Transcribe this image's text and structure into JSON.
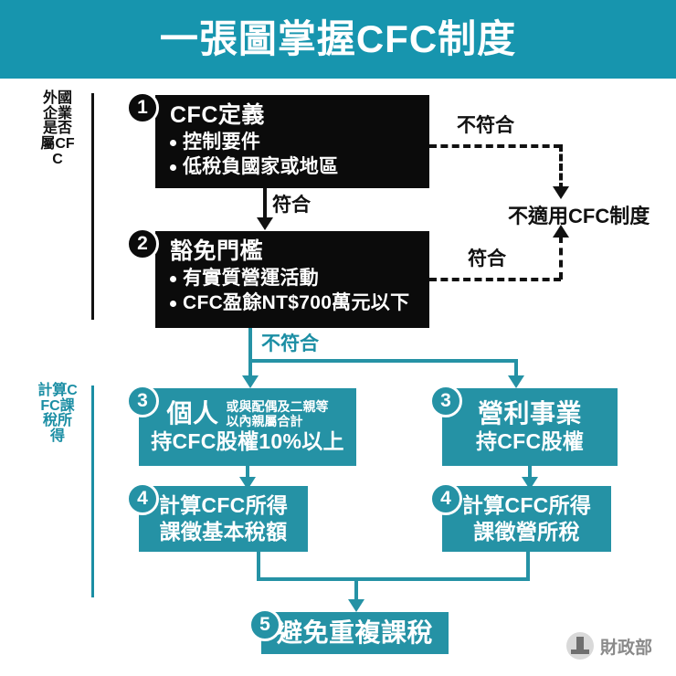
{
  "banner": {
    "title": "一張圖掌握CFC制度",
    "bg_color": "#1795AE"
  },
  "side_labels": [
    {
      "text": "外國企業是否屬CFC",
      "color": "#111111"
    },
    {
      "text": "計算CFC課稅所得",
      "color": "#1B8EA4"
    }
  ],
  "steps": {
    "step1": {
      "badge": "1",
      "title": "CFC定義",
      "items": [
        "控制要件",
        "低稅負國家或地區"
      ]
    },
    "step2": {
      "badge": "2",
      "title": "豁免門檻",
      "items": [
        "有實質營運活動",
        "CFC盈餘NT$700萬元以下"
      ]
    },
    "step3_left": {
      "badge": "3",
      "headline": "個人",
      "note_line1": "或與配偶及二親等",
      "note_line2": "以內親屬合計",
      "detail": "持CFC股權10%以上"
    },
    "step3_right": {
      "badge": "3",
      "headline": "營利事業",
      "detail": "持CFC股權"
    },
    "step4_left": {
      "badge": "4",
      "line1": "計算CFC所得",
      "line2": "課徵基本稅額"
    },
    "step4_right": {
      "badge": "4",
      "line1": "計算CFC所得",
      "line2": "課徵營所稅"
    },
    "step5": {
      "badge": "5",
      "title": "避免重複課稅"
    }
  },
  "edges": {
    "step1_not_match": "不符合",
    "step1_to_step2": "符合",
    "step2_match": "符合",
    "step2_not_match": "不符合"
  },
  "terminal": {
    "not_applicable": "不適用CFC制度"
  },
  "footer": {
    "agency": "財政部",
    "logo_icon": "ministry-emblem-icon"
  },
  "colors": {
    "banner_teal": "#1795AE",
    "box_teal": "#2592A5",
    "label_teal": "#1B8EA4",
    "black": "#0B0B0B",
    "white": "#FFFFFF",
    "logo_gray": "#8A8A8A"
  }
}
